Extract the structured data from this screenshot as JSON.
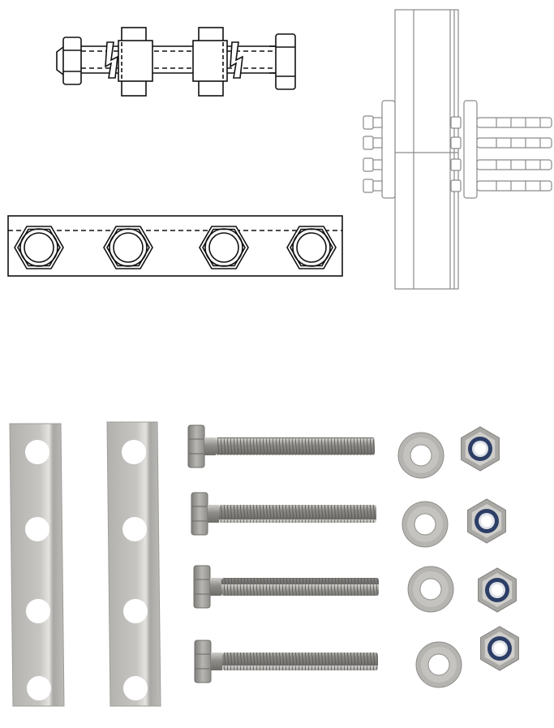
{
  "colors": {
    "background": "#ffffff",
    "line": "#111111",
    "light_line": "#9a9a9a",
    "metal": "#b9b8b5",
    "metal_dark": "#8f8e8b",
    "nylon_insert": "#2c3e66"
  },
  "drawings": {
    "bolt_assembly_side": {
      "icon": "bolt-assembly-side-view",
      "bolt_count": 1,
      "spacer_count": 2
    },
    "bolt_plate_front": {
      "icon": "bolt-plate-front-view",
      "nut_count": 4
    },
    "rail_joint": {
      "icon": "rail-joint-assembly",
      "bolt_rows": 4
    }
  },
  "kit": {
    "plates": 2,
    "plate_holes": 4,
    "bolts": 4,
    "washers": 4,
    "nuts": 4
  }
}
